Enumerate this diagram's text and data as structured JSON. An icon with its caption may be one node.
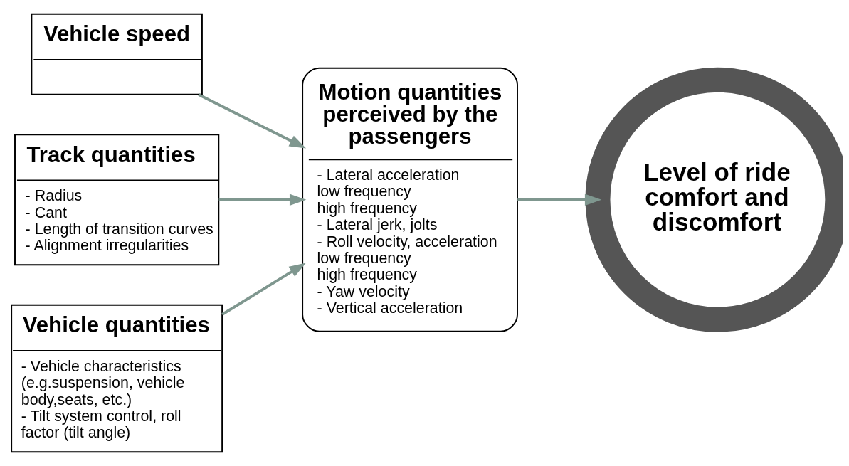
{
  "diagram": {
    "nodes": [
      {
        "text": [
          "Vehicle speed"
        ]
      },
      {
        "text": [
          "Track quantities",
          "- Radius",
          "- Cant",
          "- Length of transition curves",
          "- Alignment irregularities"
        ]
      },
      {
        "text": [
          "Vehicle quantities",
          "- Vehicle characteristics (e.g.suspension, vehicle body,seats, etc.)",
          "- Tilt system control, roll factor (tilt angle)"
        ]
      },
      {
        "text": [
          "Motion quantities perceived by the passengers",
          "- Lateral acceleration",
          "low frequency",
          "high frequency",
          "- Lateral jerk, jolts",
          "- Roll velocity, acceleration",
          "low frequency",
          "high frequency",
          "- Yaw velocity",
          "- Vertical acceleration"
        ]
      },
      {
        "text": [
          "Level of ride comfort and discomfort"
        ]
      }
    ],
    "edges": [
      {
        "from": 0,
        "to": 3,
        "arrow": "to"
      },
      {
        "from": 1,
        "to": 3,
        "arrow": "to"
      },
      {
        "from": 2,
        "to": 3,
        "arrow": "to"
      },
      {
        "from": 3,
        "to": 4,
        "arrow": "to"
      }
    ]
  }
}
